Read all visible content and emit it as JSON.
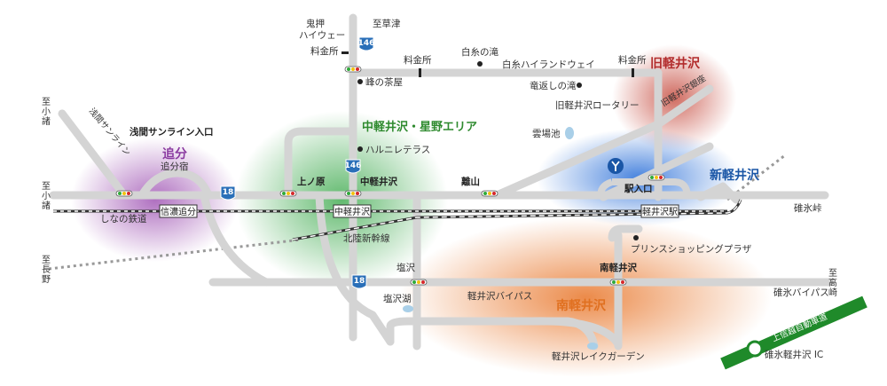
{
  "colors": {
    "road": "#d9d9d9",
    "road_edge": "#c4c4c4",
    "kyu": "#b22c2c",
    "shin": "#1a56a6",
    "naka": "#2e8a2e",
    "minami": "#e07020",
    "oiwake": "#8a3aa0",
    "route_badge": "#2a6fb8",
    "expressway": "#1f8a2a"
  },
  "areas": {
    "kyu": "旧軽井沢",
    "shin": "新軽井沢",
    "naka": "中軽井沢・星野エリア",
    "minami": "南軽井沢",
    "oiwake": "追分",
    "oiwake_sub": "追分宿"
  },
  "routes": {
    "r146": "146",
    "r18": "18"
  },
  "labels": {
    "onioshi": "鬼押\nハイウェー",
    "to_kusatsu": "至草津",
    "ryokin_north": "料金所",
    "ryokin_mid": "料金所",
    "ryokin_kyu": "料金所",
    "shiraito_falls": "白糸の滝",
    "shiraito_highland": "白糸ハイランドウェイ",
    "minenochaya": "峰の茶屋",
    "ryugaeshi": "竜返しの滝",
    "kyu_rotary": "旧軽井沢ロータリー",
    "kyu_ginza": "旧軽井沢銀座",
    "harunire": "ハルニレテラス",
    "kumoba": "雲場池",
    "asama_sunline": "浅間サンライン",
    "asama_sunline_entrance": "浅間サンライン入口",
    "to_komoro_top": "至\n小\n諸",
    "to_komoro_mid": "至\n小\n諸",
    "to_nagano": "至\n長\n野",
    "to_takasaki": "至\n高\n崎",
    "kaminohara": "上ノ原",
    "naka_karuizawa_signal": "中軽井沢",
    "hanareyama": "離山",
    "eki_iriguchi": "駅入口",
    "usui_touge": "碓氷峠",
    "shinano_railway": "しなの鉄道",
    "shinano_oiwake_station": "信濃追分",
    "naka_karuizawa_station": "中軽井沢",
    "karuizawa_station": "軽井沢駅",
    "hokuriku_shinkansen": "北陸新幹線",
    "prince_shopping": "プリンスショッピングプラザ",
    "shiozawa": "塩沢",
    "shiozawa_lake": "塩沢湖",
    "bypass": "軽井沢バイパス",
    "minami_signal": "南軽井沢",
    "usui_bypass": "碓氷バイパス",
    "lake_garden": "軽井沢レイクガーデン",
    "joshinetsu": "上信越自動車道",
    "usui_ic": "碓氷軽井沢 IC"
  }
}
